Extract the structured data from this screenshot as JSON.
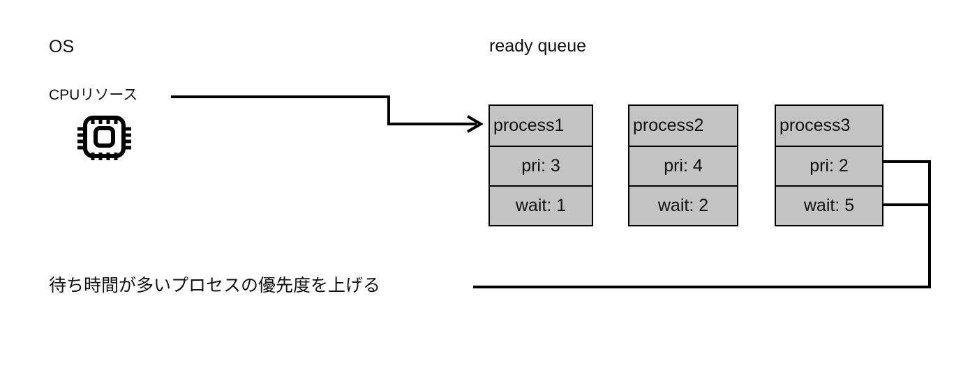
{
  "diagram": {
    "os_label": "OS",
    "cpu_resource_label": "CPUリソース",
    "cpu_icon_name": "cpu-chip-icon",
    "ready_queue_label": "ready queue",
    "bottom_note": "待ち時間が多いプロセスの優先度を上げる",
    "colors": {
      "box_fill": "#c3c3c3",
      "stroke": "#000000",
      "text": "#111111",
      "background": "#ffffff"
    },
    "processes": [
      {
        "name": "process1",
        "priority_label": "pri: 3",
        "wait_label": "wait: 1",
        "priority": 3,
        "wait": 1
      },
      {
        "name": "process2",
        "priority_label": "pri: 4",
        "wait_label": "wait: 2",
        "priority": 4,
        "wait": 2
      },
      {
        "name": "process3",
        "priority_label": "pri: 2",
        "wait_label": "wait: 5",
        "priority": 2,
        "wait": 5
      }
    ],
    "connectors": [
      {
        "name": "cpu-to-queue-arrow",
        "from": "CPUリソース",
        "to": "process1",
        "arrowhead": true
      },
      {
        "name": "priority-boost-connector",
        "from": "待ち時間が多いプロセスの優先度を上げる",
        "to": "process3",
        "arrowhead": false
      }
    ]
  }
}
